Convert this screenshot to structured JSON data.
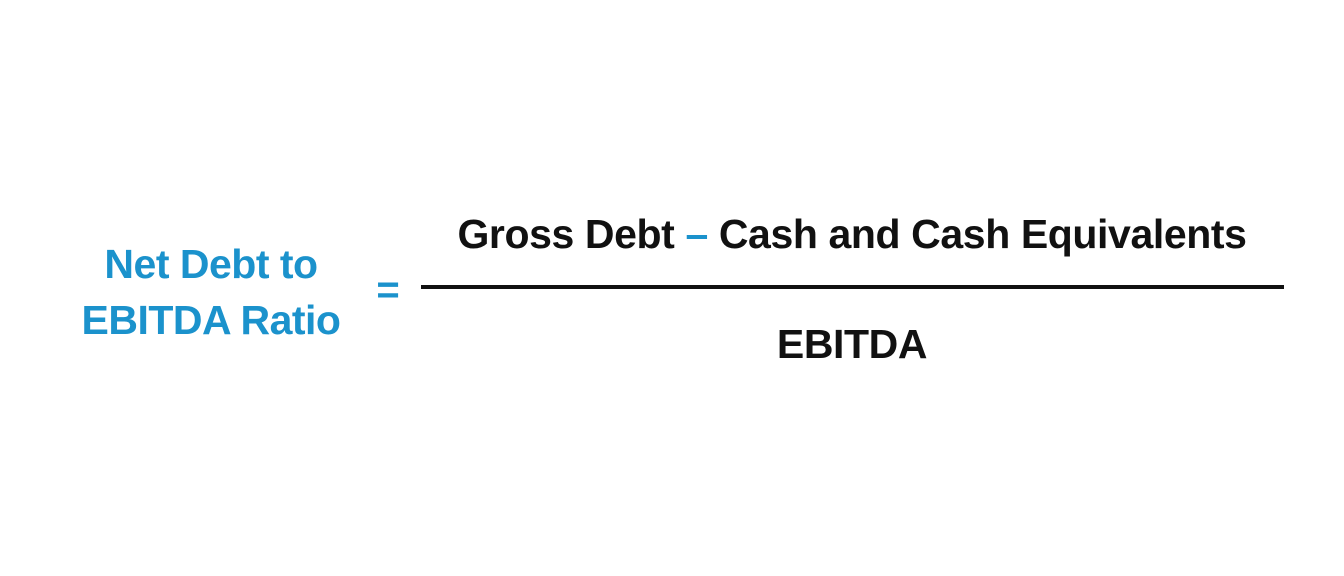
{
  "formula": {
    "lhs": {
      "line1": "Net Debt to",
      "line2": "EBITDA Ratio"
    },
    "equals": "=",
    "numerator": {
      "term1": "Gross Debt",
      "operator": "–",
      "term2": "Cash and Cash Equivalents"
    },
    "denominator": "EBITDA"
  },
  "colors": {
    "accent": "#1b92cc",
    "text": "#111111",
    "background": "#ffffff"
  }
}
